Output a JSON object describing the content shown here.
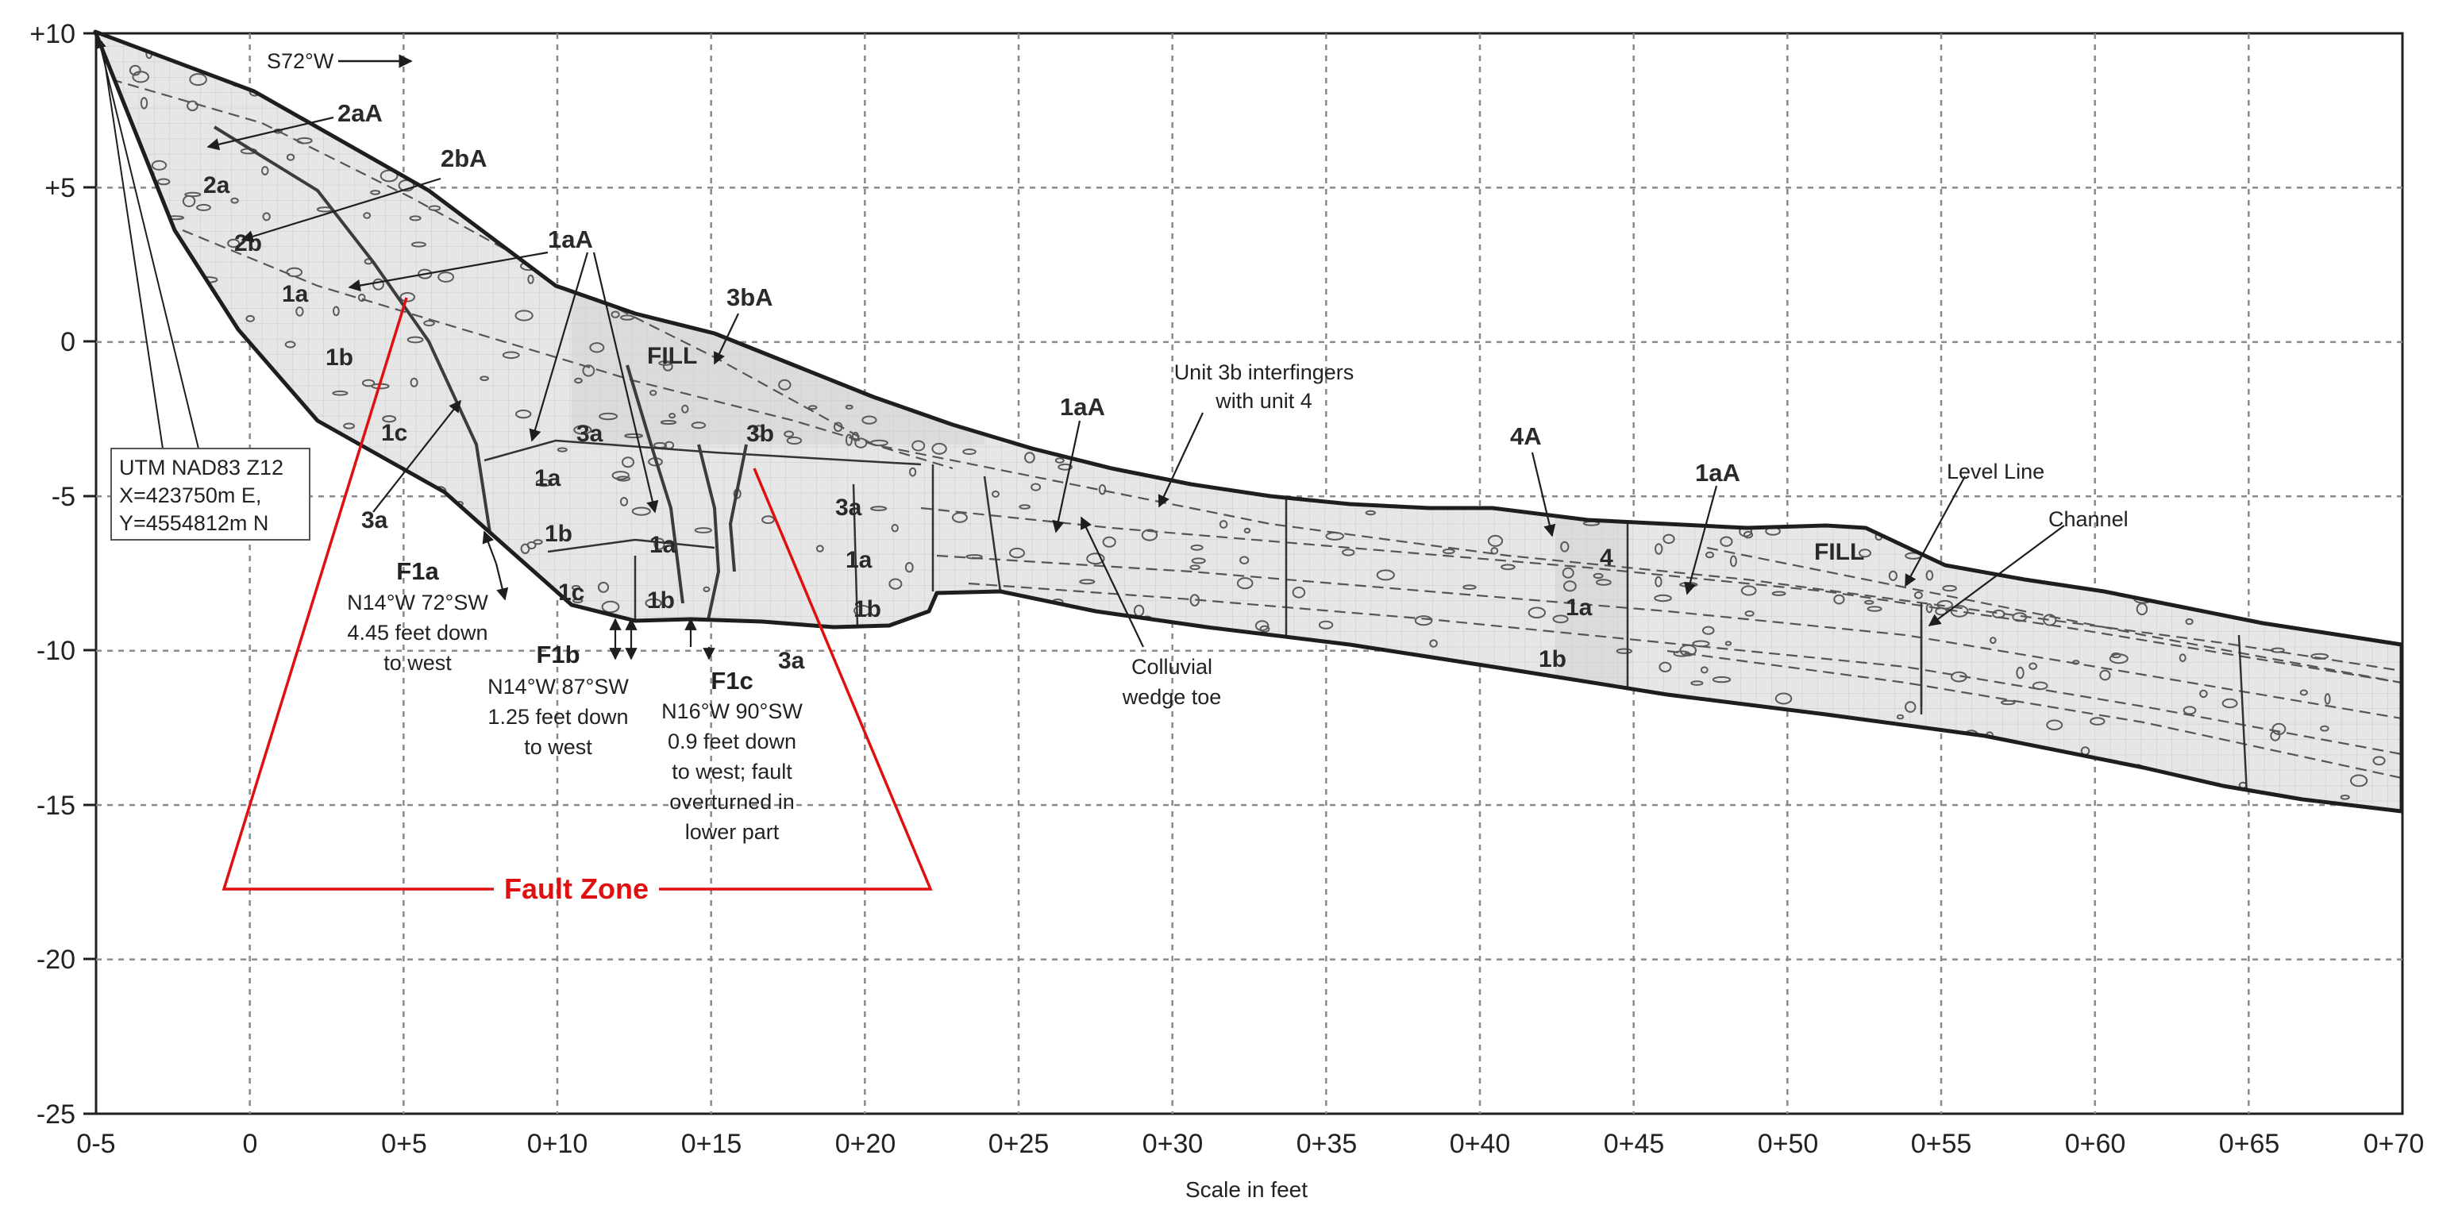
{
  "diagram": {
    "type": "trench-log-cross-section",
    "bearing": "S72°W",
    "xlabel": "Scale in feet",
    "y_ticks": [
      "+10",
      "+5",
      "0",
      "-5",
      "-10",
      "-15",
      "-20",
      "-25"
    ],
    "x_ticks": [
      "0-5",
      "0",
      "0+5",
      "0+10",
      "0+15",
      "0+20",
      "0+25",
      "0+30",
      "0+35",
      "0+40",
      "0+45",
      "0+50",
      "0+55",
      "0+60",
      "0+65",
      "0+70"
    ],
    "location_box": [
      "UTM NAD83 Z12",
      "X=423750m E,",
      "Y=4554812m N"
    ],
    "unit_labels": {
      "u2aA": "2aA",
      "u2bA": "2bA",
      "u2a": "2a",
      "u2b": "2b",
      "u1aA_top": "1aA",
      "u1a_a": "1a",
      "u1b_a": "1b",
      "u1c_a": "1c",
      "u3a_a": "3a",
      "fill_left": "FILL",
      "u3bA": "3bA",
      "u3a_b": "3a",
      "u3b": "3b",
      "u1a_b": "1a",
      "u1b_b": "1b",
      "u1a_c": "1a",
      "u1c_b": "1c",
      "u1b_c": "1b",
      "u3a_c": "3a",
      "u1a_d": "1a",
      "u1b_d": "1b",
      "u3a_d": "3a",
      "u1aA_mid": "1aA",
      "u4A": "4A",
      "u4": "4",
      "u1a_e": "1a",
      "u1b_e": "1b",
      "u1aA_right": "1aA",
      "fill_right": "FILL"
    },
    "faults": {
      "f1a": {
        "name": "F1a",
        "lines": [
          "N14°W 72°SW",
          "4.45 feet down",
          "to west"
        ]
      },
      "f1b": {
        "name": "F1b",
        "lines": [
          "N14°W 87°SW",
          "1.25 feet down",
          "to west"
        ]
      },
      "f1c": {
        "name": "F1c",
        "lines": [
          "N16°W 90°SW",
          "0.9 feet down",
          "to west; fault",
          "overturned in",
          "lower part"
        ]
      }
    },
    "fault_zone_label": "Fault Zone",
    "annotations": {
      "interfinger": [
        "Unit 3b interfingers",
        "with unit 4"
      ],
      "colluvial": [
        "Colluvial",
        "wedge toe"
      ],
      "level_line": "Level Line",
      "channel": "Channel"
    },
    "colors": {
      "fault_zone": "#e01010",
      "fill": "#e6e6e6",
      "outline": "#1e1e1e",
      "grid": "#8a8a8a"
    }
  }
}
